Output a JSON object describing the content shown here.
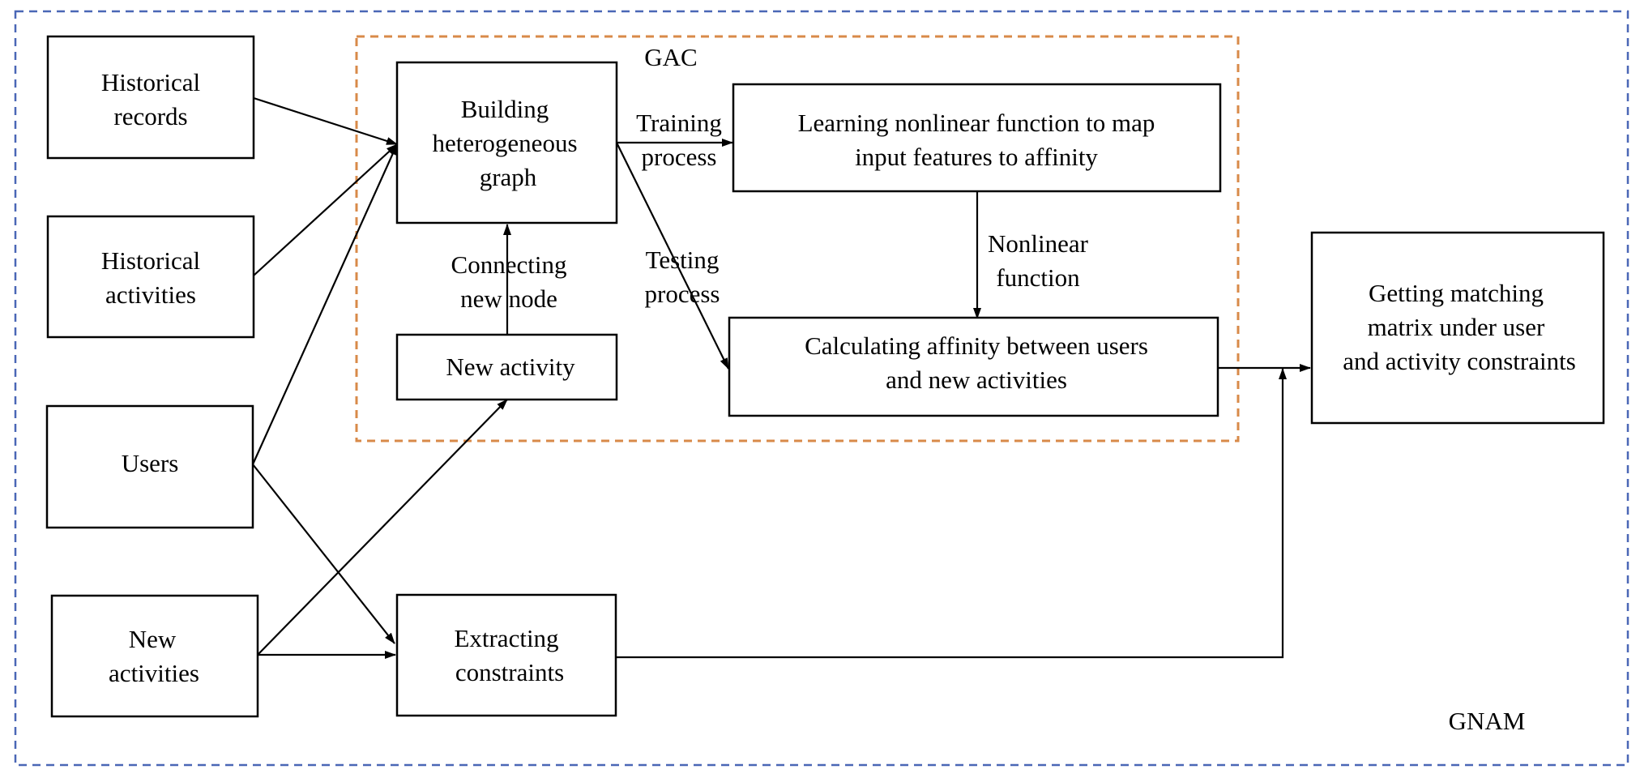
{
  "colors": {
    "outer_frame": "#4a67b6",
    "inner_frame": "#d88a49",
    "stroke": "#000000",
    "background": "#ffffff"
  },
  "frames": {
    "gnam_label": "GNAM",
    "gac_label": "GAC"
  },
  "nodes": {
    "historical_records": [
      "Historical",
      "records"
    ],
    "historical_activities": [
      "Historical",
      "activities"
    ],
    "users": [
      "Users"
    ],
    "new_activities_input": [
      "New",
      "activities"
    ],
    "building_graph": [
      "Building",
      "heterogeneous",
      "graph"
    ],
    "new_activity": [
      "New activity"
    ],
    "extracting_constraints": [
      "Extracting",
      "constraints"
    ],
    "learning_function": [
      "Learning nonlinear function to map",
      "input features to affinity"
    ],
    "calculating_affinity": [
      "Calculating affinity between users",
      "and new activities"
    ],
    "matching_matrix": [
      "Getting matching",
      "matrix under user",
      "and activity constraints"
    ]
  },
  "edge_labels": {
    "training": [
      "Training",
      "process"
    ],
    "testing": [
      "Testing",
      "process"
    ],
    "connecting": [
      "Connecting",
      "new node"
    ],
    "nonlinear": [
      "Nonlinear",
      "function"
    ]
  }
}
